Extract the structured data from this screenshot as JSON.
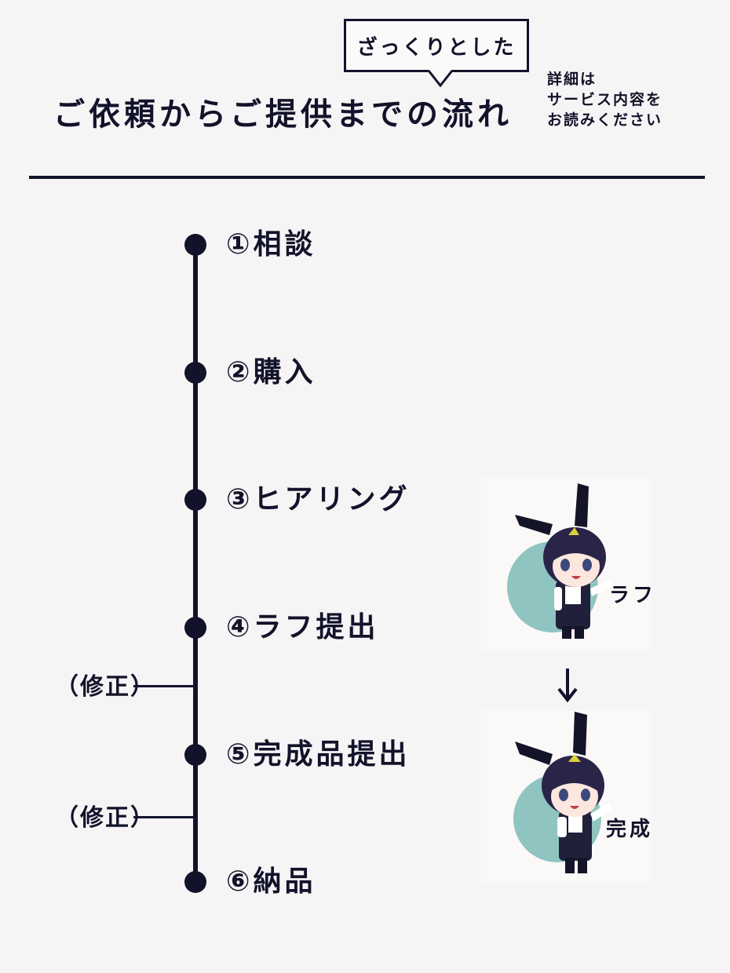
{
  "header": {
    "bubble_text": "ざっくりとした",
    "title": "ご依頼からご提供までの流れ",
    "note_lines": [
      "詳細は",
      "サービス内容を",
      "お読みください"
    ]
  },
  "timeline": {
    "steps": [
      {
        "number": "①",
        "label": "相談"
      },
      {
        "number": "②",
        "label": "購入"
      },
      {
        "number": "③",
        "label": "ヒアリング"
      },
      {
        "number": "④",
        "label": "ラフ提出"
      },
      {
        "number": "⑤",
        "label": "完成品提出"
      },
      {
        "number": "⑥",
        "label": "納品"
      }
    ],
    "revisions": [
      "（修正）",
      "（修正）"
    ]
  },
  "illustrations": [
    {
      "label": "ラフ",
      "icon": "chibi-bunny-character-rough"
    },
    {
      "label": "完成",
      "icon": "chibi-bunny-character-final"
    }
  ],
  "colors": {
    "ink": "#12132a",
    "background": "#f6f4f5",
    "circle_accent": "#8fc4c1",
    "hair": "#2a2448",
    "card_bg": "#fbf8f8"
  }
}
